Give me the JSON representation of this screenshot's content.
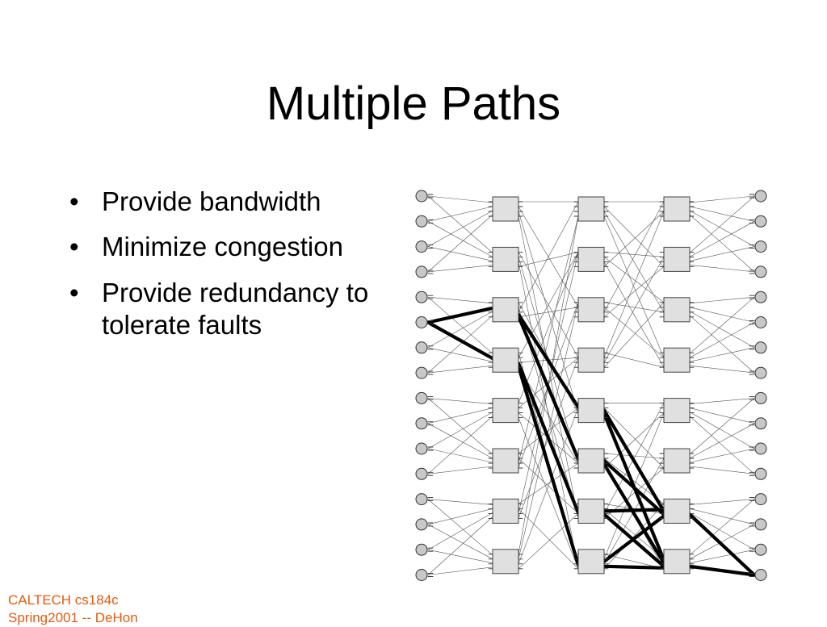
{
  "slide": {
    "title": "Multiple Paths",
    "bullets": [
      {
        "text": "Provide bandwidth"
      },
      {
        "text": "Minimize congestion"
      },
      {
        "text": "Provide redundancy to tolerate faults"
      }
    ],
    "bullet_symbol": "•"
  },
  "footer": {
    "line1": "CALTECH cs184c",
    "line2": "Spring2001 -- DeHon"
  },
  "colors": {
    "footer_text": "#e8590c",
    "switch_fill": "#e0e0e0",
    "endpoint_fill": "#c8c8c8",
    "path_highlight": "#000000"
  },
  "diagram": {
    "type": "multistage interconnection network",
    "endpoints_per_side": 16,
    "switch_stages": 3,
    "switches_per_stage": 8
  }
}
